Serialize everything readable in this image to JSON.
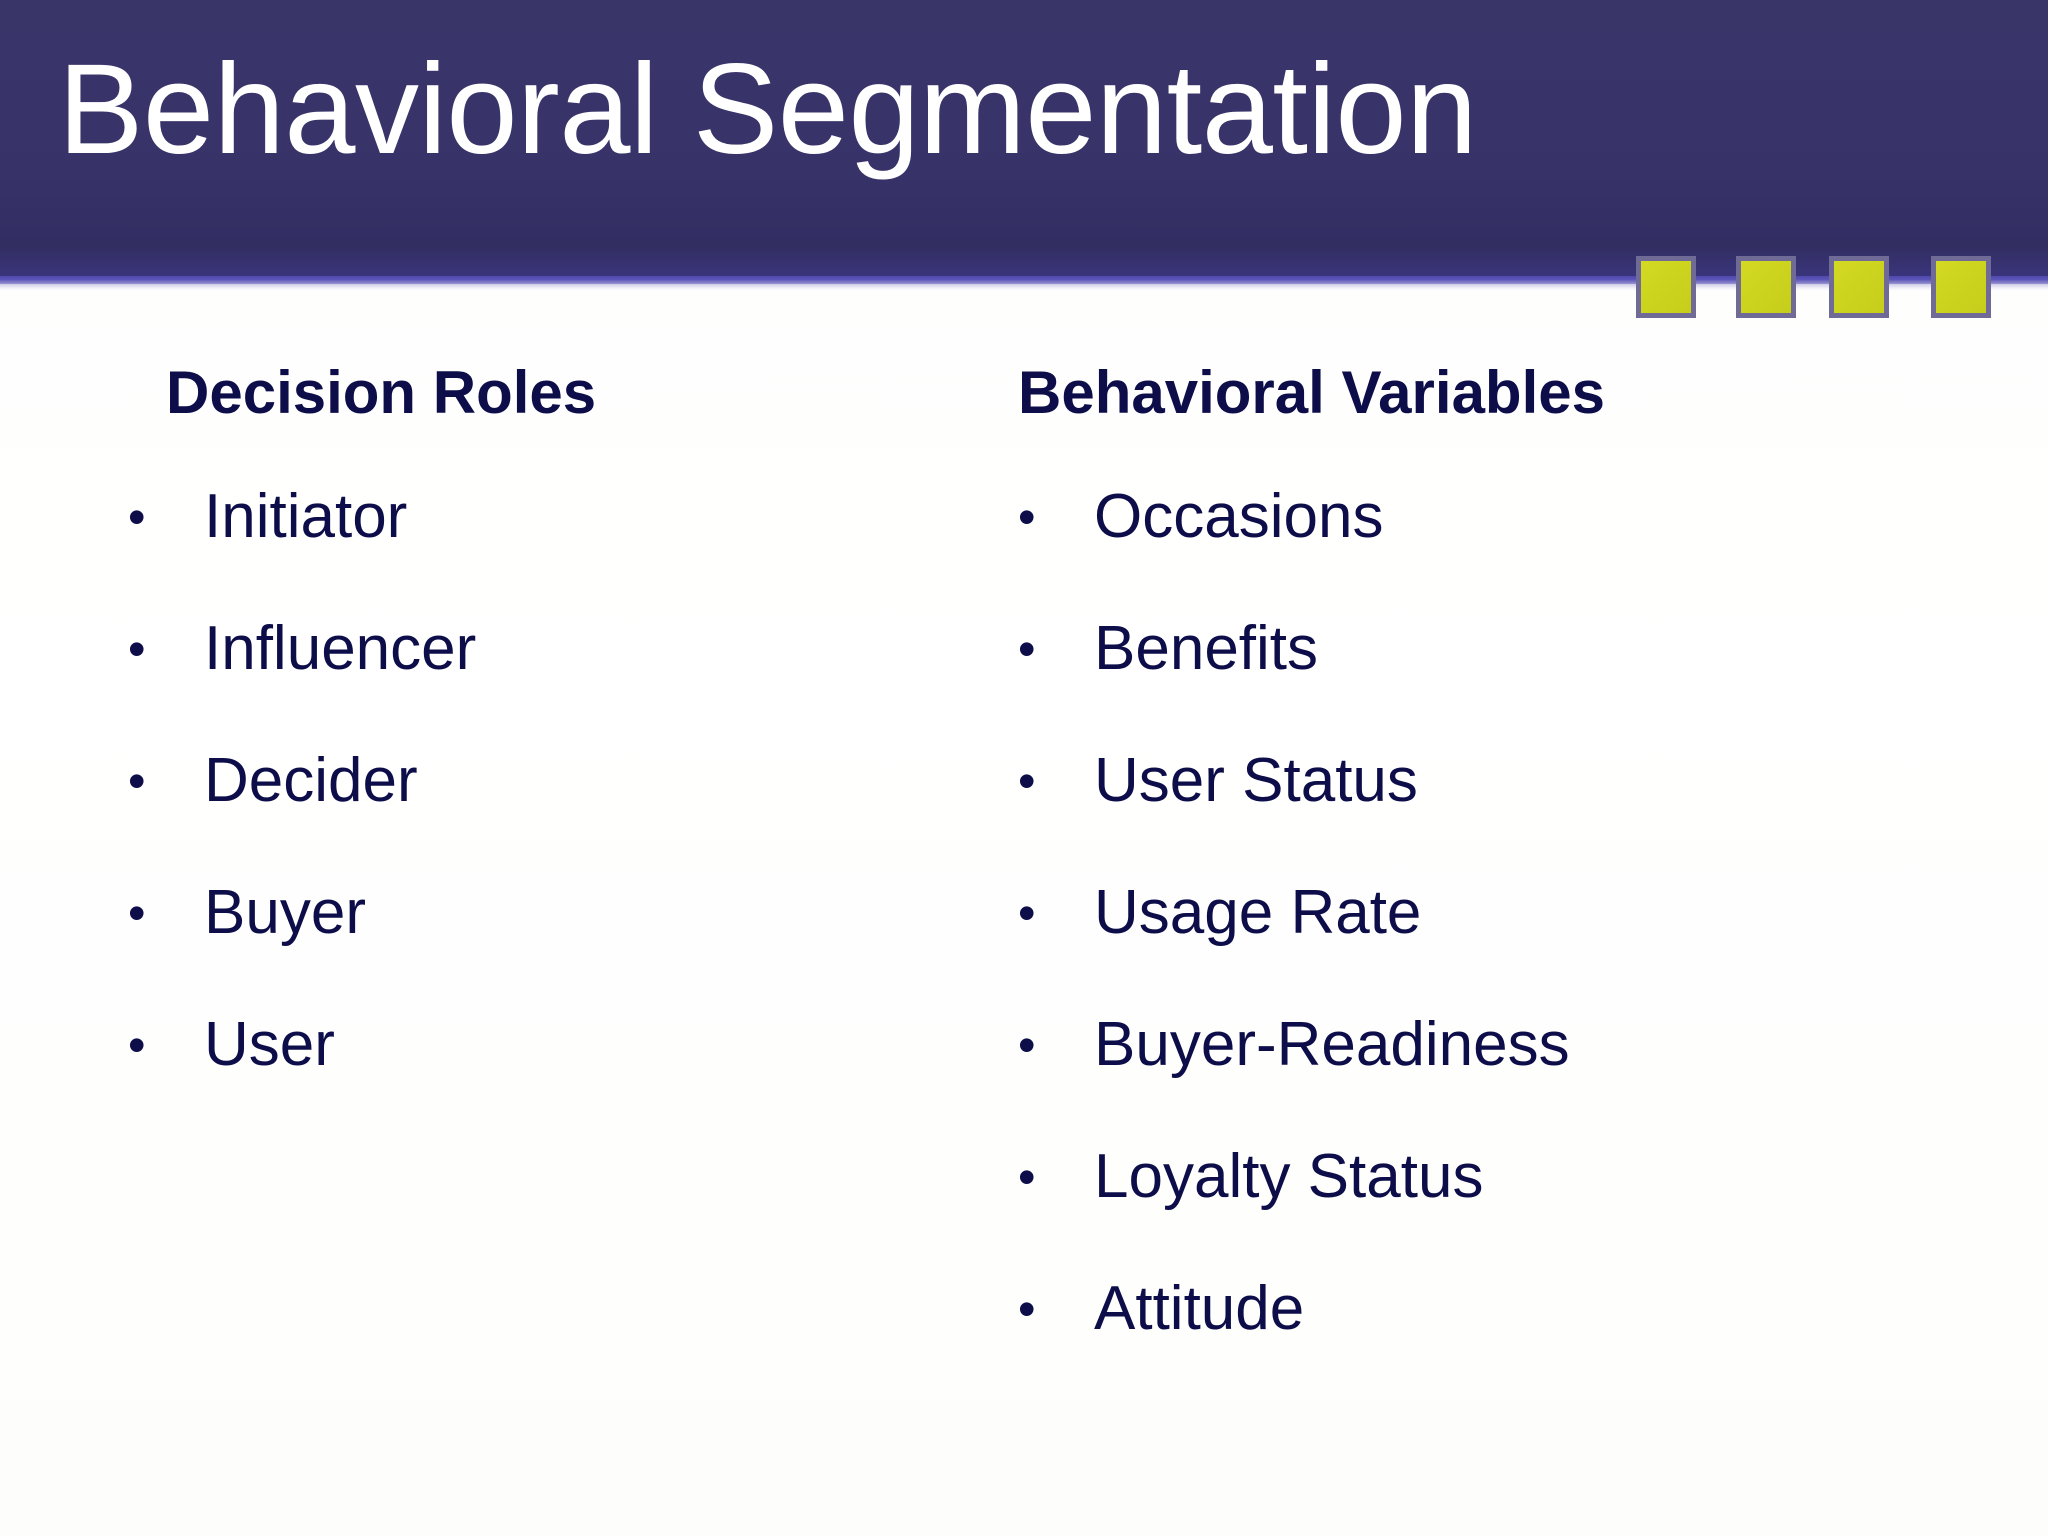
{
  "slide": {
    "title": "Behavioral Segmentation",
    "colors": {
      "header_background": "#373369",
      "header_accent_line": "#4f48ae",
      "title_text": "#ffffff",
      "body_text": "#0d0d4a",
      "decoration_square_fill": "#cdd41e",
      "decoration_square_border": "#6f6b96",
      "slide_background": "#ffffff"
    },
    "decoration": {
      "square_count": 4,
      "squares": [
        {
          "label": "square-1"
        },
        {
          "label": "square-2"
        },
        {
          "label": "square-3"
        },
        {
          "label": "square-4"
        }
      ]
    },
    "columns": [
      {
        "heading": "Decision Roles",
        "bullet_marker": "•",
        "items": [
          "Initiator",
          "Influencer",
          "Decider",
          "Buyer",
          "User"
        ]
      },
      {
        "heading": "Behavioral Variables",
        "bullet_marker": "•",
        "items": [
          "Occasions",
          "Benefits",
          "User Status",
          "Usage Rate",
          "Buyer-Readiness",
          "Loyalty Status",
          "Attitude"
        ]
      }
    ]
  }
}
